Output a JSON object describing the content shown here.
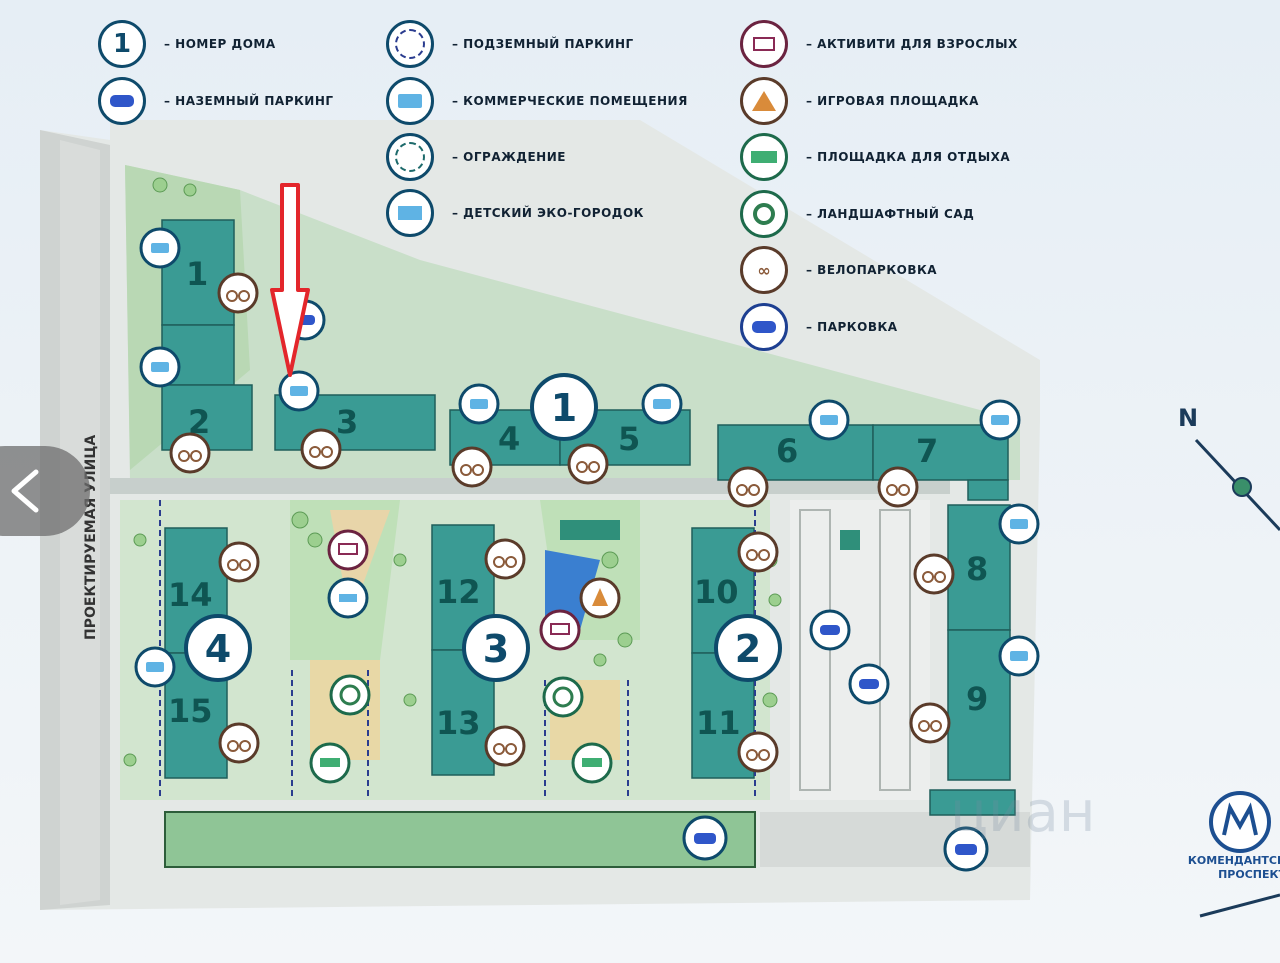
{
  "legend": [
    {
      "icon": "house-number-icon",
      "text": "1",
      "label": "– НОМЕР ДОМА"
    },
    {
      "icon": "ground-parking-icon",
      "text": "",
      "label": "– НАЗЕМНЫЙ ПАРКИНГ"
    },
    {
      "icon": "underground-parking-icon",
      "text": "",
      "label": "– ПОДЗЕМНЫЙ ПАРКИНГ"
    },
    {
      "icon": "commercial-premises-icon",
      "text": "",
      "label": "– КОММЕРЧЕСКИЕ ПОМЕЩЕНИЯ"
    },
    {
      "icon": "fence-icon",
      "text": "",
      "label": "– ОГРАЖДЕНИЕ"
    },
    {
      "icon": "kids-eco-town-icon",
      "text": "",
      "label": "– ДЕТСКИЙ ЭКО-ГОРОДОК"
    },
    {
      "icon": "adult-activities-icon",
      "text": "",
      "label": "– АКТИВИТИ ДЛЯ ВЗРОСЛЫХ"
    },
    {
      "icon": "playground-icon",
      "text": "",
      "label": "– ИГРОВАЯ ПЛОЩАДКА"
    },
    {
      "icon": "rest-area-icon",
      "text": "",
      "label": "– ПЛОЩАДКА ДЛЯ ОТДЫХА"
    },
    {
      "icon": "landscape-garden-icon",
      "text": "",
      "label": "– ЛАНДШАФТНЫЙ САД"
    },
    {
      "icon": "bike-parking-icon",
      "text": "",
      "label": "– ВЕЛОПАРКОВКА"
    },
    {
      "icon": "parking-icon",
      "text": "",
      "label": "– ПАРКОВКА"
    }
  ],
  "map": {
    "street_label": "ПРОЕКТИРУЕМАЯ УЛИЦА",
    "building_numbers": [
      "1",
      "2",
      "3",
      "4",
      "5",
      "6",
      "7",
      "8",
      "9",
      "10",
      "11",
      "12",
      "13",
      "14",
      "15"
    ],
    "house_numbers": [
      "1",
      "2",
      "3",
      "4"
    ],
    "north_label": "N",
    "metro_label_line1": "КОМЕНДАНТСК",
    "metro_label_line2": "ПРОСПЕКТ",
    "watermark": "циан"
  },
  "colors": {
    "building": "#3a9b94",
    "lawn": "#a9d3a1",
    "path": "#cfd6d3",
    "ground": "#dde3e0",
    "accent_red": "#e3262b"
  }
}
